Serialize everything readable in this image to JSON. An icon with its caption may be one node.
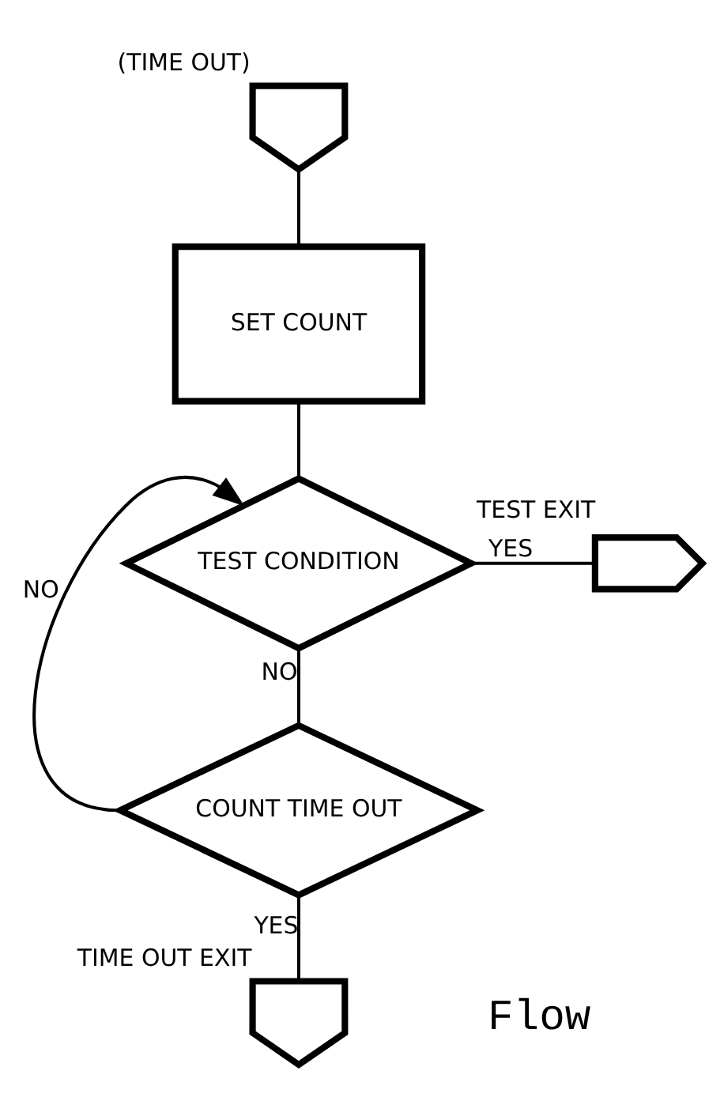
{
  "diagram": {
    "nodes": [
      {
        "text": [],
        "shape": "pentagon",
        "beside": [
          "(TIME OUT)"
        ]
      },
      {
        "text": [
          "SET COUNT"
        ]
      },
      {
        "text": [
          "TEST CONDITION"
        ]
      },
      {
        "text": [],
        "shape": "pentagon",
        "beside": [
          "TEST EXIT"
        ]
      },
      {
        "text": [
          "COUNT TIME OUT"
        ]
      },
      {
        "text": [],
        "shape": "pentagon",
        "beside": [
          "TIME OUT EXIT"
        ]
      }
    ],
    "edges": [
      {
        "from": 0,
        "to": 1,
        "arrow": "none"
      },
      {
        "from": 1,
        "to": 2,
        "arrow": "none"
      },
      {
        "from": 2,
        "to": 3,
        "arrow": "none",
        "label": "YES"
      },
      {
        "from": 2,
        "to": 4,
        "arrow": "none",
        "label": "NO"
      },
      {
        "from": 4,
        "to": 2,
        "arrow": "to",
        "label": "NO"
      },
      {
        "from": 4,
        "to": 5,
        "arrow": "none",
        "label": "YES"
      }
    ],
    "labels": [
      "Flow"
    ]
  }
}
